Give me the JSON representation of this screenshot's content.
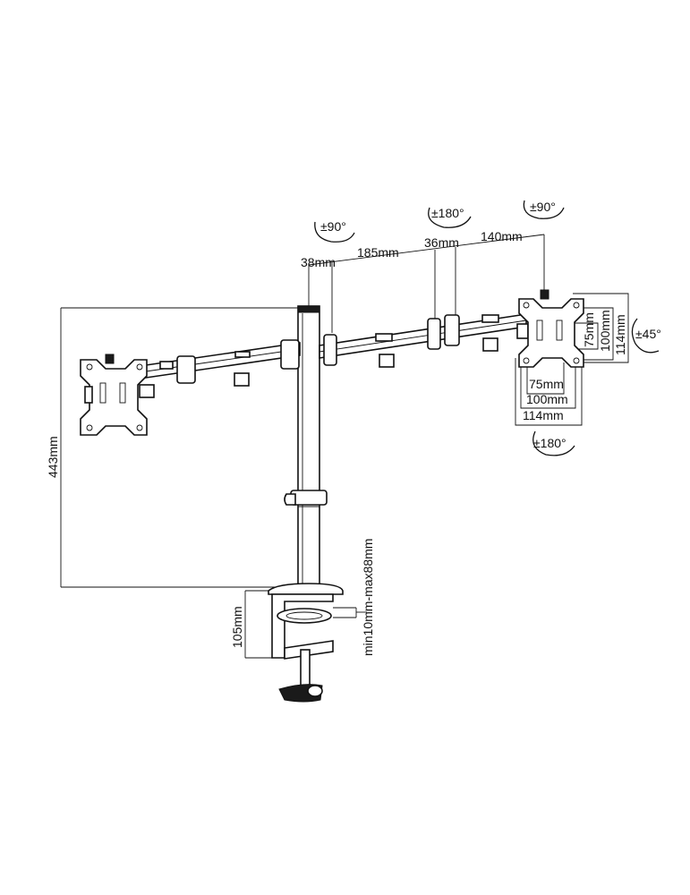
{
  "dimensions": {
    "spacing": [
      "38mm",
      "185mm",
      "36mm",
      "140mm"
    ],
    "height": "443mm",
    "clamp_height": "105mm",
    "desk_thickness": "min10mm-max88mm",
    "vesa_vertical": [
      "75mm",
      "100mm",
      "114mm"
    ],
    "vesa_horizontal": [
      "75mm",
      "100mm",
      "114mm"
    ]
  },
  "rotations": {
    "left_arm": "±90°",
    "middle_arm": "±180°",
    "right_arm": "±90°",
    "tilt": "±45°",
    "head": "±180°"
  }
}
